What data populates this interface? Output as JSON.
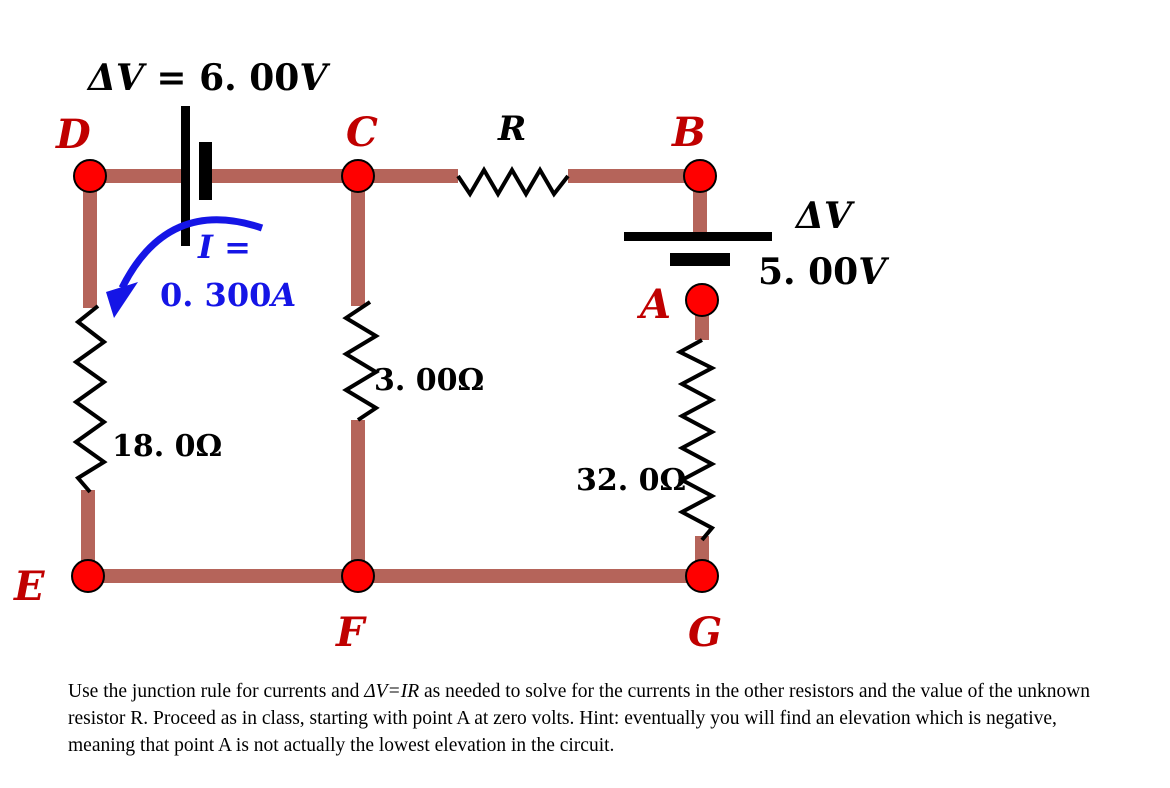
{
  "diagram": {
    "nodes": {
      "D": "D",
      "C": "C",
      "B": "B",
      "A": "A",
      "E": "E",
      "F": "F",
      "G": "G"
    },
    "battery_top": {
      "label_prefix": "ΔV",
      "label_eq": " = ",
      "label_value": "6. 00",
      "label_unit": "V"
    },
    "battery_right": {
      "label_line1": "ΔV",
      "label_line2_value": "5. 00",
      "label_line2_unit": "V"
    },
    "current": {
      "line1_var": "I",
      "line1_eq": " =",
      "line2_value": "0. 300",
      "line2_unit": "A"
    },
    "resistors": {
      "R": "R",
      "middle": "3. 00Ω",
      "left": "18. 0Ω",
      "right": "32. 0Ω"
    },
    "colors": {
      "wire": "#b5645a",
      "node": "#ff0000",
      "node_label": "#c00000",
      "current": "#1515e6"
    }
  },
  "instructions": {
    "line1_pre": "Use the junction rule for currents and ",
    "line1_formula": "ΔV=IR",
    "line1_post": " as needed to solve for the currents in the other resistors and the value of the unknown resistor R.  Proceed as in class, starting with point A at zero volts.  Hint: eventually you will find an elevation which is negative, meaning that point A is not actually the lowest elevation in the circuit."
  }
}
